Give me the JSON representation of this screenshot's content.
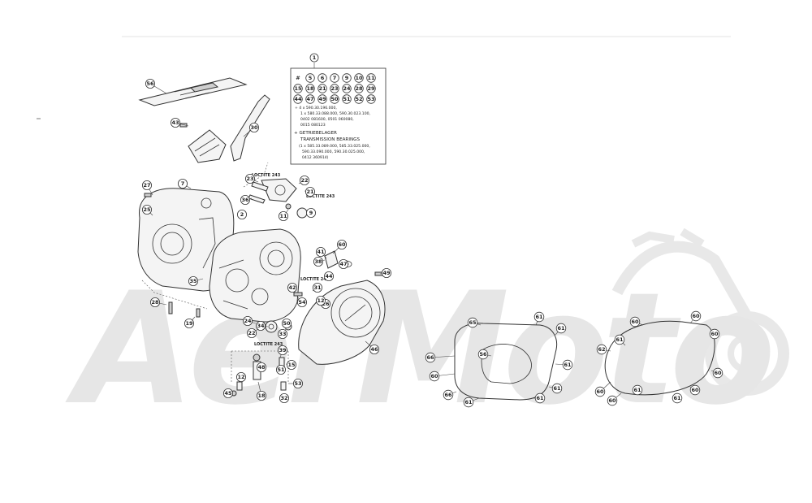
{
  "watermark": {
    "text": "AerMoto",
    "color": "#e6e6e6"
  },
  "diagram": {
    "loctite_labels": [
      "LOCTITE 243",
      "LOCTITE 243",
      "LOCTITE 243",
      "LOCTITE 243"
    ],
    "legend": {
      "header": "1",
      "rows": [
        [
          "#",
          "5",
          "6",
          "7",
          "9",
          "10",
          "11"
        ],
        [
          "15",
          "18",
          "21",
          "23",
          "24",
          "28",
          "29"
        ],
        [
          "44",
          "47",
          "49",
          "50",
          "51",
          "52",
          "53"
        ]
      ],
      "notes": [
        "+ 4 x 590.30.196.000,",
        "1 x 580.33.088.000, 590.30.023.100,",
        "0402 081600, 0501 060080,",
        "0015 080123"
      ],
      "bearings_title_1": "+ GETRIEBELAGER",
      "bearings_title_2": "TRANSMISSION BEARINGS",
      "bearings_notes": [
        "(1 x 585.33.089.000, 585.33.025.000,",
        "590.33.090.000, 590.30.025.000,",
        "0412 360914)"
      ]
    },
    "callouts_left": [
      "56",
      "43",
      "30",
      "27",
      "7",
      "25",
      "36",
      "2",
      "35",
      "19",
      "11",
      "9",
      "21",
      "22",
      "23",
      "28",
      "60",
      "41",
      "47",
      "49",
      "54",
      "26",
      "31",
      "34",
      "33",
      "46",
      "39",
      "15",
      "12",
      "18",
      "32",
      "53",
      "45",
      "48",
      "51",
      "38",
      "50",
      "12",
      "44",
      "42",
      "24",
      "22"
    ],
    "gasket_left_callouts": [
      "65",
      "61",
      "61",
      "56",
      "61",
      "60",
      "61",
      "66",
      "61",
      "61",
      "66"
    ],
    "gasket_right_callouts": [
      "60",
      "60",
      "61",
      "62",
      "60",
      "60",
      "60",
      "60",
      "61",
      "60",
      "61"
    ]
  }
}
